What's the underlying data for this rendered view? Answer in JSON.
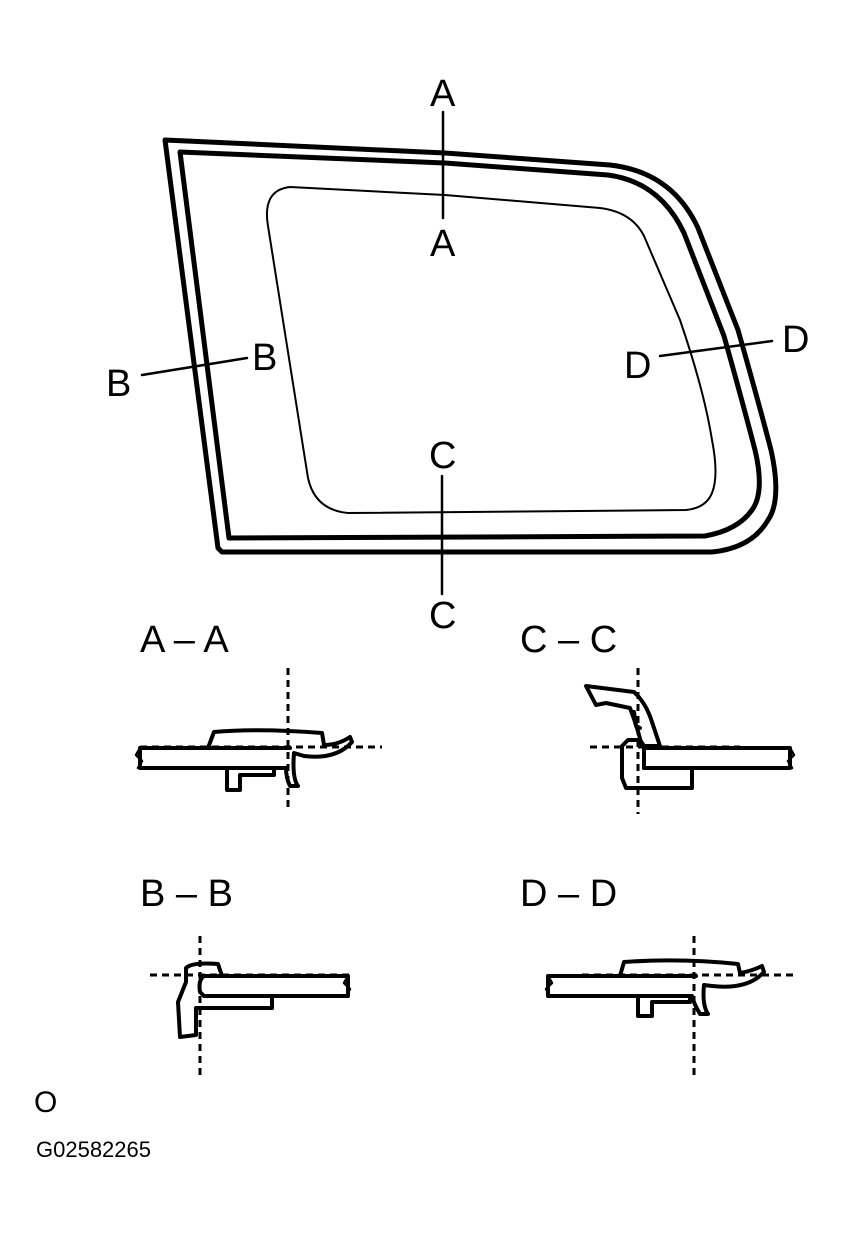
{
  "section_markers": {
    "a_top": "A",
    "a_bottom": "A",
    "b_left": "B",
    "b_right": "B",
    "c_top": "C",
    "c_bottom": "C",
    "d_left": "D",
    "d_right": "D"
  },
  "section_titles": {
    "aa": "A – A",
    "cc": "C – C",
    "bb": "B – B",
    "dd": "D – D"
  },
  "footer": {
    "mark": "O",
    "code": "G02582265"
  }
}
